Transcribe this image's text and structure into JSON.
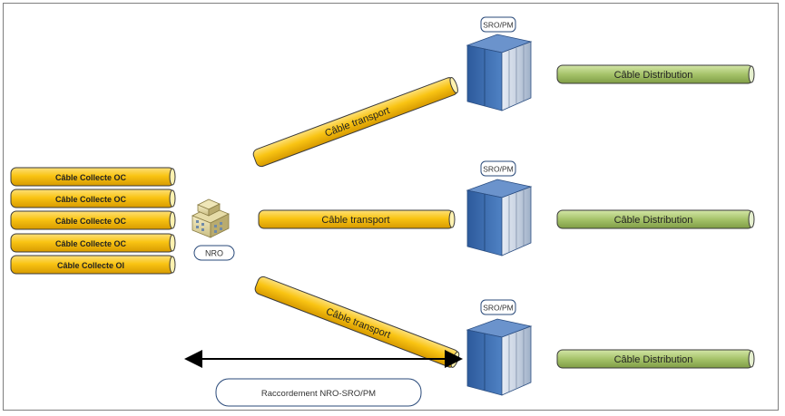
{
  "collecte_cables": [
    {
      "label": "Câble Collecte OC"
    },
    {
      "label": "Câble Collecte OC"
    },
    {
      "label": "Câble Collecte OC"
    },
    {
      "label": "Câble Collecte OC"
    },
    {
      "label": "Câble Collecte OI"
    }
  ],
  "nro": {
    "label": "NRO"
  },
  "transport_cables": [
    {
      "label": "Câble transport"
    },
    {
      "label": "Câble transport"
    },
    {
      "label": "Câble transport"
    }
  ],
  "sro_nodes": [
    {
      "label": "SRO/PM",
      "distribution_label": "Câble Distribution"
    },
    {
      "label": "SRO/PM",
      "distribution_label": "Câble Distribution"
    },
    {
      "label": "SRO/PM",
      "distribution_label": "Câble Distribution"
    }
  ],
  "raccordement": {
    "label": "Raccordement NRO-SRO/PM"
  },
  "colors": {
    "collecte_fill": "#f9c413",
    "transport_fill": "#f9c413",
    "distribution_fill": "#a6c36a",
    "cable_stroke": "#3a3a3a",
    "cabinet": "#3f6fb0",
    "label_border": "#2a4a7a"
  }
}
